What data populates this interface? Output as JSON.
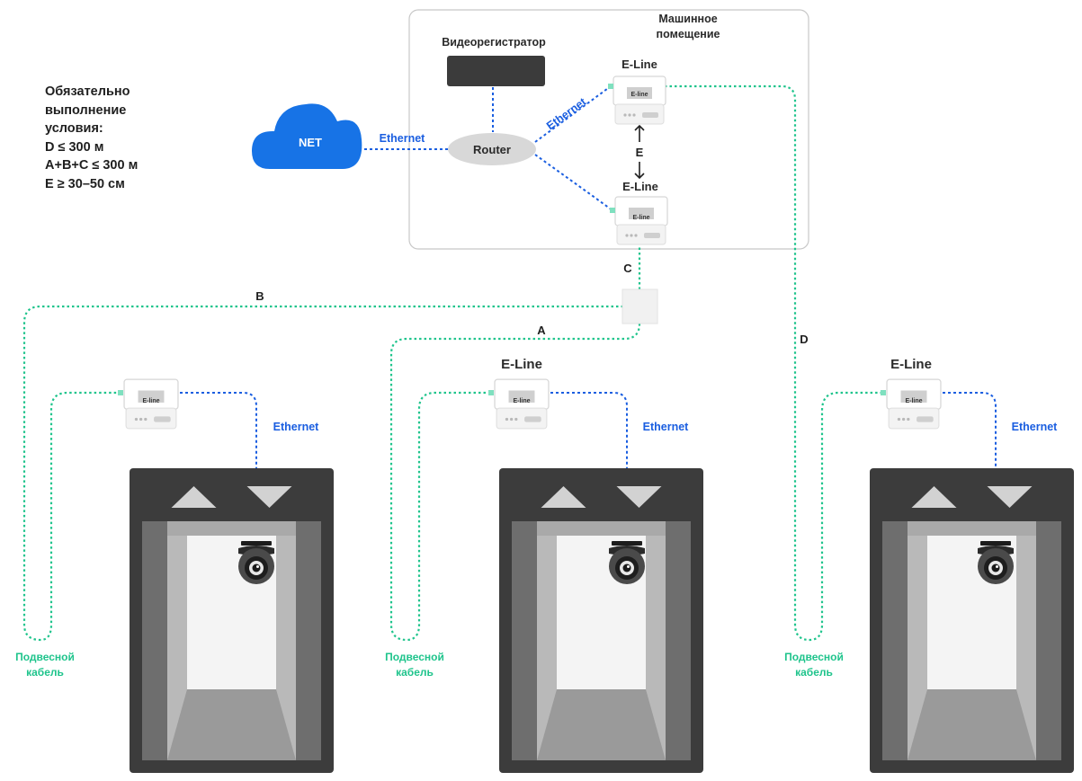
{
  "conditions": {
    "heading_lines": [
      "Обязательно",
      "выполнение",
      "условия:"
    ],
    "items": [
      "D ≤ 300 м",
      "A+B+C ≤ 300 м",
      "E ≥ 30–50 см"
    ]
  },
  "network": {
    "cloud_label": "NET",
    "router_label": "Router",
    "recorder_label": "Видеорегистратор",
    "machine_room_label_lines": [
      "Машинное",
      "помещение"
    ],
    "ethernet_label": "Ethernet"
  },
  "devices": {
    "title": "E-Line",
    "plate_label": "E-line"
  },
  "segments": {
    "A": "A",
    "B": "B",
    "C": "C",
    "D": "D",
    "E": "E"
  },
  "elevators": {
    "cable_label_lines": [
      "Подвесной",
      "кабель"
    ],
    "ethernet_label": "Ethernet"
  },
  "colors": {
    "ethernet_line": "#1a5ee0",
    "cable_line": "#1fc48c",
    "cloud": "#1773e6",
    "router": "#d8d8d8",
    "recorder": "#3b3b3b",
    "frame_dark": "#3c3c3c"
  }
}
